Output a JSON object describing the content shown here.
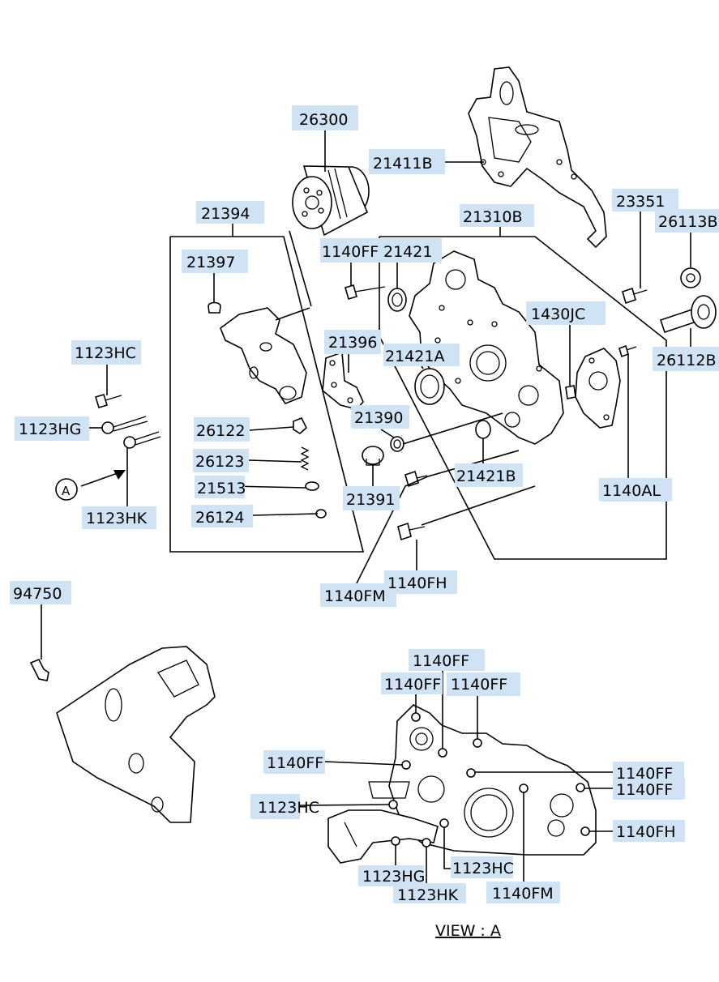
{
  "parts": {
    "p26300": "26300",
    "p21411B": "21411B",
    "p21394": "21394",
    "p21310B": "21310B",
    "p23351": "23351",
    "p26113B": "26113B",
    "p21397": "21397",
    "p1140FF_top": "1140FF",
    "p21421": "21421",
    "p1430JC": "1430JC",
    "p1123HC_left": "1123HC",
    "p21396": "21396",
    "p21421A": "21421A",
    "p26112B": "26112B",
    "p1123HG_left": "1123HG",
    "p26122": "26122",
    "p21390": "21390",
    "p26123": "26123",
    "p21513": "21513",
    "p21421B": "21421B",
    "p1140AL": "1140AL",
    "p1123HK_left": "1123HK",
    "p26124": "26124",
    "p21391": "21391",
    "p1140FH_mid": "1140FH",
    "p1140FM_mid": "1140FM",
    "p94750": "94750",
    "marker_A": "A"
  },
  "view_a": {
    "title": "VIEW : A",
    "l_1140FF_a": "1140FF",
    "l_1140FF_b": "1140FF",
    "l_1140FF_c": "1140FF",
    "l_1140FF_d": "1140FF",
    "l_1140FF_e": "1140FF",
    "l_1140FF_f": "1140FF",
    "l_1123HC_a": "1123HC",
    "l_1140FH": "1140FH",
    "l_1123HC_b": "1123HC",
    "l_1123HG": "1123HG",
    "l_1140FM": "1140FM",
    "l_1123HK": "1123HK"
  }
}
